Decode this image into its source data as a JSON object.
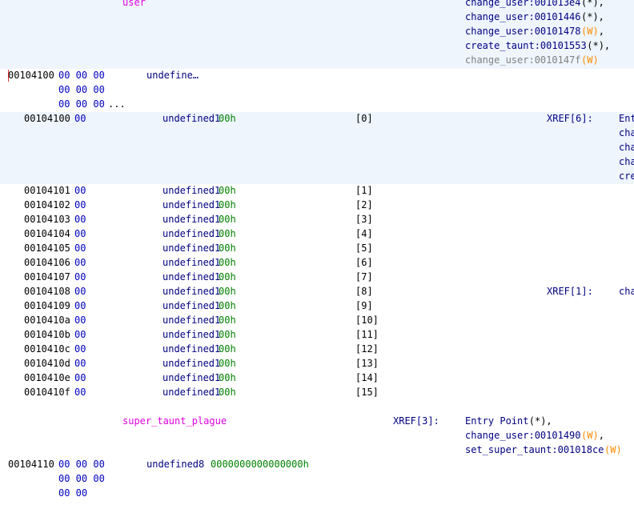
{
  "top_label": "user",
  "top_refs": [
    {
      "text": "change_user:001013e4",
      "suffix": "(*),",
      "color": "normal"
    },
    {
      "text": "change_user:00101446",
      "suffix": "(*),",
      "color": "normal"
    },
    {
      "text": "change_user:00101478",
      "flag": "(W)",
      "tail": ",",
      "color": "normal"
    },
    {
      "text": "create_taunt:00101553",
      "suffix": "(*),",
      "color": "normal"
    },
    {
      "text": "change_user:0010147f",
      "flag": "(W)",
      "tail": "",
      "color": "gray"
    }
  ],
  "struct_head": {
    "address": "00104100",
    "bytes_lines": [
      "00 00 00",
      "00 00 00",
      "00 00 00"
    ],
    "more": "...",
    "type": "undefine…"
  },
  "rows": [
    {
      "address": "00104100",
      "byte": "00",
      "type": "undefined1",
      "value": "00h",
      "index": "[0]",
      "xref": "XREF[6]:",
      "xref_refs": [
        "Ent",
        "cha",
        "cha",
        "cha",
        "cre"
      ]
    },
    {
      "address": "00104101",
      "byte": "00",
      "type": "undefined1",
      "value": "00h",
      "index": "[1]"
    },
    {
      "address": "00104102",
      "byte": "00",
      "type": "undefined1",
      "value": "00h",
      "index": "[2]"
    },
    {
      "address": "00104103",
      "byte": "00",
      "type": "undefined1",
      "value": "00h",
      "index": "[3]"
    },
    {
      "address": "00104104",
      "byte": "00",
      "type": "undefined1",
      "value": "00h",
      "index": "[4]"
    },
    {
      "address": "00104105",
      "byte": "00",
      "type": "undefined1",
      "value": "00h",
      "index": "[5]"
    },
    {
      "address": "00104106",
      "byte": "00",
      "type": "undefined1",
      "value": "00h",
      "index": "[6]"
    },
    {
      "address": "00104107",
      "byte": "00",
      "type": "undefined1",
      "value": "00h",
      "index": "[7]"
    },
    {
      "address": "00104108",
      "byte": "00",
      "type": "undefined1",
      "value": "00h",
      "index": "[8]",
      "xref": "XREF[1]:",
      "xref_refs": [
        "cha"
      ]
    },
    {
      "address": "00104109",
      "byte": "00",
      "type": "undefined1",
      "value": "00h",
      "index": "[9]"
    },
    {
      "address": "0010410a",
      "byte": "00",
      "type": "undefined1",
      "value": "00h",
      "index": "[10]"
    },
    {
      "address": "0010410b",
      "byte": "00",
      "type": "undefined1",
      "value": "00h",
      "index": "[11]"
    },
    {
      "address": "0010410c",
      "byte": "00",
      "type": "undefined1",
      "value": "00h",
      "index": "[12]"
    },
    {
      "address": "0010410d",
      "byte": "00",
      "type": "undefined1",
      "value": "00h",
      "index": "[13]"
    },
    {
      "address": "0010410e",
      "byte": "00",
      "type": "undefined1",
      "value": "00h",
      "index": "[14]"
    },
    {
      "address": "0010410f",
      "byte": "00",
      "type": "undefined1",
      "value": "00h",
      "index": "[15]"
    }
  ],
  "plague": {
    "label": "super_taunt_plague",
    "xref": "XREF[3]:",
    "refs": [
      {
        "text": "Entry Point",
        "suffix": "(*),"
      },
      {
        "text": "change_user:00101490",
        "flag": "(W)",
        "tail": ","
      },
      {
        "text": "set_super_taunt:001018ce",
        "flag": "(W)",
        "tail": ""
      }
    ],
    "address": "00104110",
    "bytes_lines": [
      "00 00 00",
      "00 00 00",
      "00 00"
    ],
    "type": "undefined8",
    "value": "0000000000000000h"
  }
}
